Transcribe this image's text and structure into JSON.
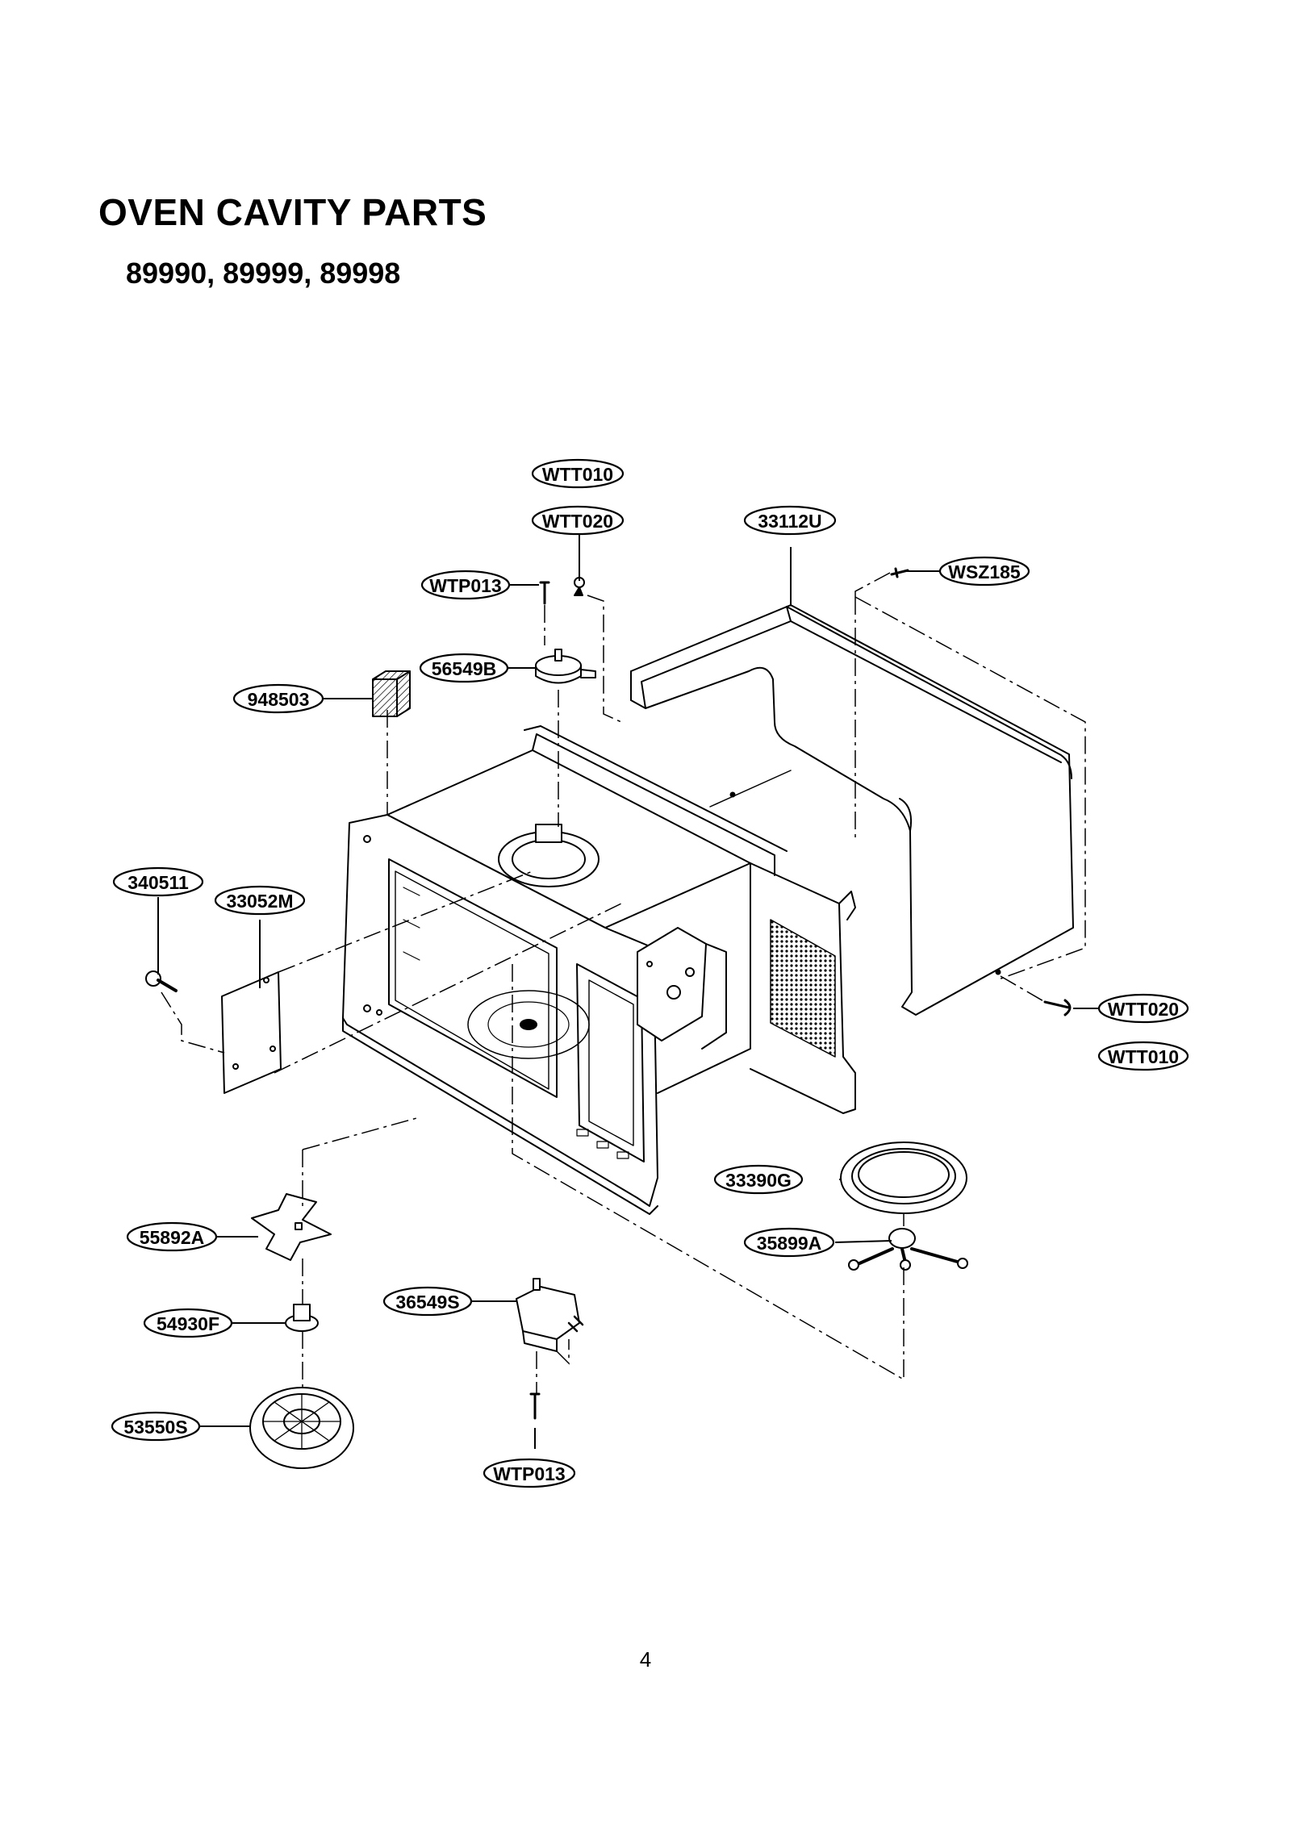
{
  "title": "OVEN CAVITY PARTS",
  "subtitle": "89990, 89999, 89998",
  "page_number": "4",
  "parts": {
    "wtt010_top": "WTT010",
    "wtt020_top": "WTT020",
    "p33112u": "33112U",
    "wsz185": "WSZ185",
    "wtp013_top": "WTP013",
    "p56549b": "56549B",
    "p948503": "948503",
    "p340511": "340511",
    "p33052m": "33052M",
    "wtt020_right": "WTT020",
    "wtt010_right": "WTT010",
    "p33390g": "33390G",
    "p35899a": "35899A",
    "p55892a": "55892A",
    "p36549s": "36549S",
    "p54930f": "54930F",
    "p53550s": "53550S",
    "wtp013_bottom": "WTP013"
  }
}
